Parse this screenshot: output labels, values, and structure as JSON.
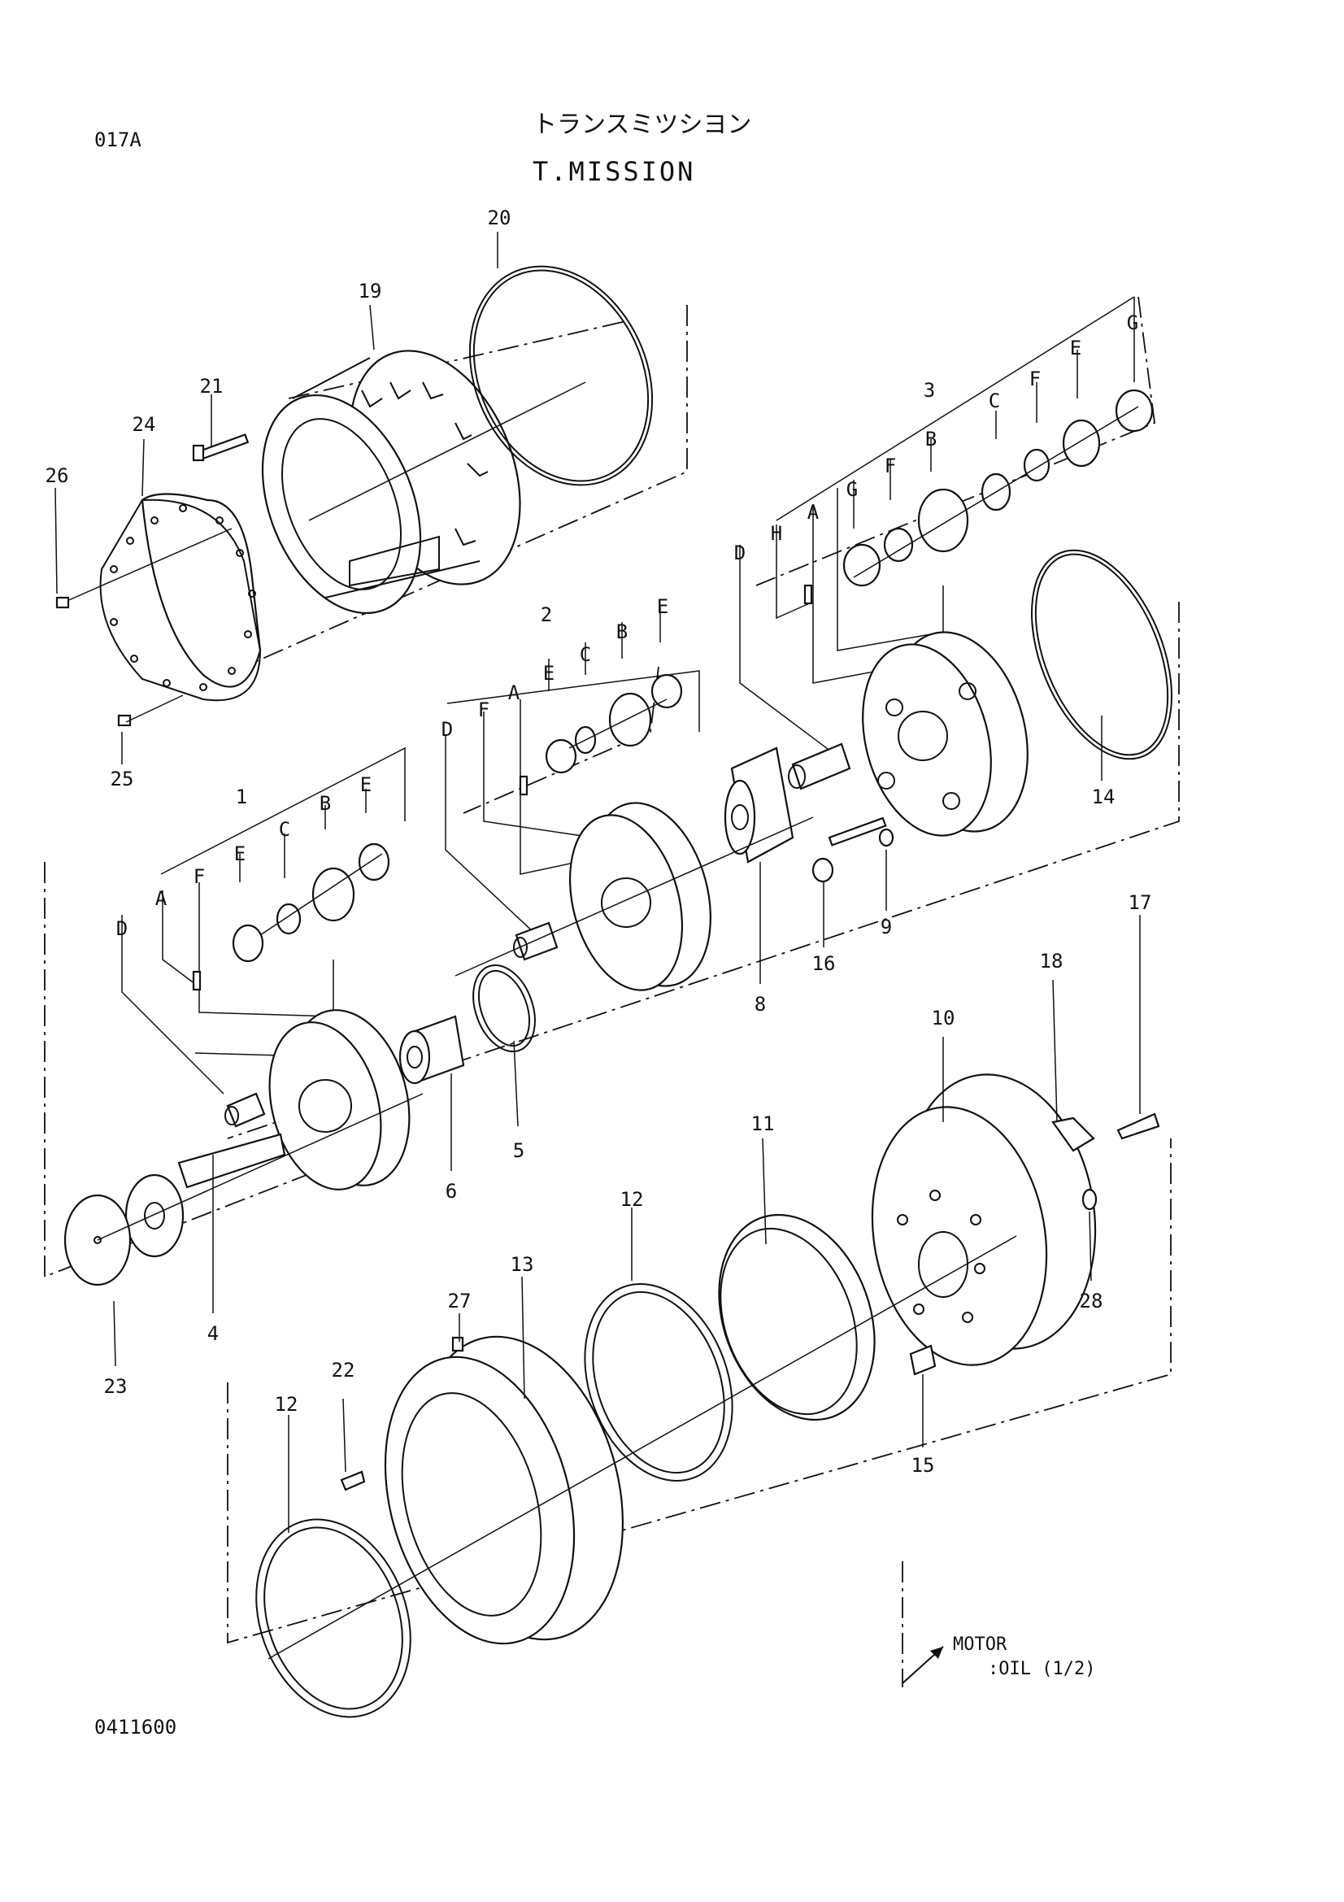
{
  "header": {
    "page_code": "017A",
    "title_jp": "トランスミツシヨン",
    "title_en": "T.MISSION"
  },
  "footer": {
    "drawing_number": "0411600"
  },
  "reference_note": {
    "line1": "MOTOR",
    "line2": ":OIL (1/2)"
  },
  "callouts": {
    "p1": "1",
    "p2": "2",
    "p3": "3",
    "p4": "4",
    "p5": "5",
    "p6": "6",
    "p8": "8",
    "p9": "9",
    "p10": "10",
    "p11": "11",
    "p12a": "12",
    "p12b": "12",
    "p13": "13",
    "p14": "14",
    "p15": "15",
    "p16": "16",
    "p17": "17",
    "p18": "18",
    "p19": "19",
    "p20": "20",
    "p21": "21",
    "p22": "22",
    "p23": "23",
    "p24": "24",
    "p25": "25",
    "p26": "26",
    "p27": "27",
    "p28": "28"
  },
  "sub_letters": {
    "s1": [
      "D",
      "A",
      "F",
      "E",
      "C",
      "B",
      "E"
    ],
    "s2": [
      "D",
      "F",
      "A",
      "E",
      "C",
      "B",
      "E"
    ],
    "s3": [
      "D",
      "H",
      "A",
      "G",
      "F",
      "B",
      "C",
      "F",
      "E",
      "G"
    ]
  }
}
